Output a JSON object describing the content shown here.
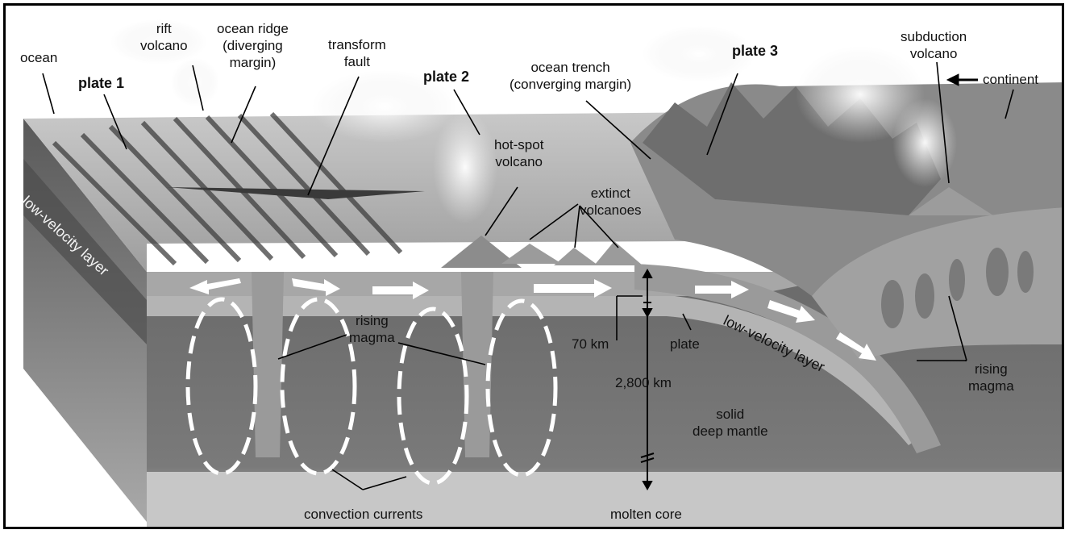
{
  "labels": {
    "ocean": "ocean",
    "plate1": "plate 1",
    "rift_volcano_l1": "rift",
    "rift_volcano_l2": "volcano",
    "ocean_ridge_l1": "ocean ridge",
    "ocean_ridge_l2": "(diverging",
    "ocean_ridge_l3": "margin)",
    "transform_l1": "transform",
    "transform_l2": "fault",
    "plate2": "plate 2",
    "trench_l1": "ocean trench",
    "trench_l2": "(converging margin)",
    "plate3": "plate 3",
    "subduction_l1": "subduction",
    "subduction_l2": "volcano",
    "continent": "continent",
    "hotspot_l1": "hot-spot",
    "hotspot_l2": "volcano",
    "extinct_l1": "extinct",
    "extinct_l2": "volcanoes",
    "low_velocity_left": "low-velocity layer",
    "rising_magma_mid_l1": "rising",
    "rising_magma_mid_l2": "magma",
    "seventy_km": "70 km",
    "plate": "plate",
    "low_velocity_right": "low-velocity layer",
    "depth_2800": "2,800 km",
    "solid_l1": "solid",
    "solid_l2": "deep mantle",
    "rising_magma_right_l1": "rising",
    "rising_magma_right_l2": "magma",
    "convection": "convection currents",
    "molten_core": "molten core"
  }
}
